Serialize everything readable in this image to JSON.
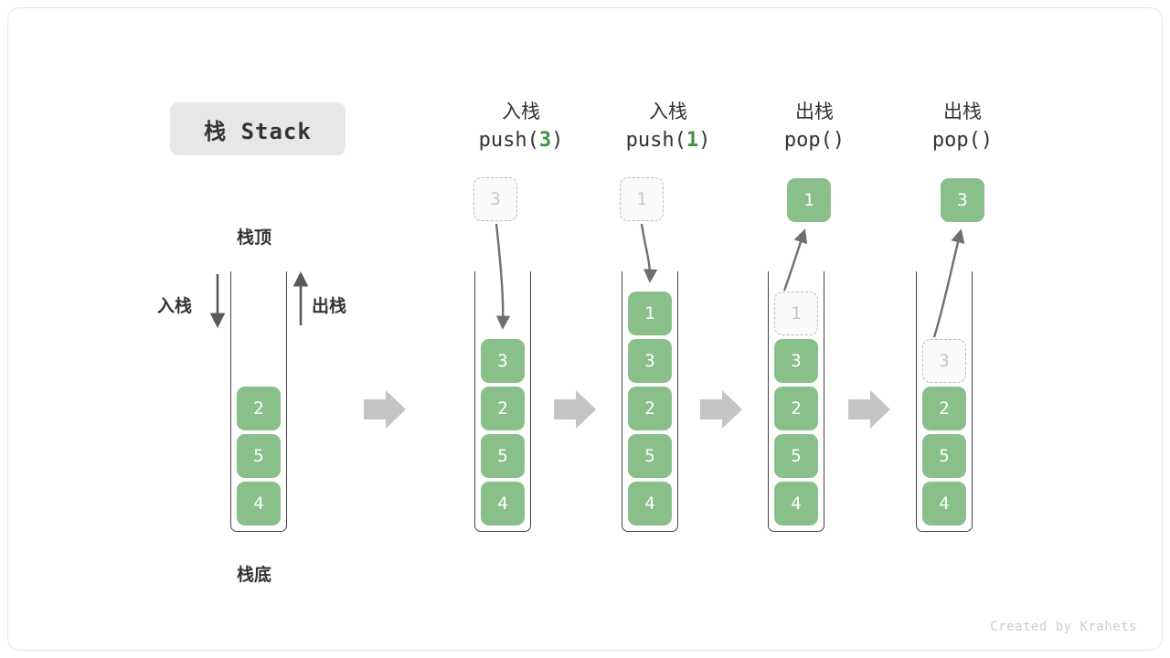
{
  "title": {
    "text": "栈 Stack"
  },
  "labels": {
    "top": "栈顶",
    "bottom": "栈底",
    "push_side": "入栈",
    "pop_side": "出栈"
  },
  "colors": {
    "cell_fill": "#89c08a",
    "ghost_border": "#bbbbbb",
    "accent_green": "#3f9142",
    "arrow_gray": "#6f6f6f",
    "transition_arrow": "#c4c4c4",
    "chip_bg": "#e7e7e7",
    "text": "#333333"
  },
  "columns": [
    {
      "id": "initial",
      "caption_cn": "",
      "caption_code": "",
      "caption_arg": "",
      "cells": [
        {
          "value": "2",
          "state": "filled"
        },
        {
          "value": "5",
          "state": "filled"
        },
        {
          "value": "4",
          "state": "filled"
        }
      ],
      "float_box": null
    },
    {
      "id": "push-3",
      "caption_cn": "入栈",
      "caption_code_pre": "push(",
      "caption_arg": "3",
      "caption_code_post": ")",
      "cells": [
        {
          "value": "3",
          "state": "filled"
        },
        {
          "value": "2",
          "state": "filled"
        },
        {
          "value": "5",
          "state": "filled"
        },
        {
          "value": "4",
          "state": "filled"
        }
      ],
      "float_box": {
        "value": "3",
        "state": "ghost"
      }
    },
    {
      "id": "push-1",
      "caption_cn": "入栈",
      "caption_code_pre": "push(",
      "caption_arg": "1",
      "caption_code_post": ")",
      "cells": [
        {
          "value": "1",
          "state": "filled"
        },
        {
          "value": "3",
          "state": "filled"
        },
        {
          "value": "2",
          "state": "filled"
        },
        {
          "value": "5",
          "state": "filled"
        },
        {
          "value": "4",
          "state": "filled"
        }
      ],
      "float_box": {
        "value": "1",
        "state": "ghost"
      }
    },
    {
      "id": "pop-1",
      "caption_cn": "出栈",
      "caption_code_pre": "pop(",
      "caption_arg": "",
      "caption_code_post": ")",
      "cells": [
        {
          "value": "1",
          "state": "ghost"
        },
        {
          "value": "3",
          "state": "filled"
        },
        {
          "value": "2",
          "state": "filled"
        },
        {
          "value": "5",
          "state": "filled"
        },
        {
          "value": "4",
          "state": "filled"
        }
      ],
      "float_box": {
        "value": "1",
        "state": "filled"
      }
    },
    {
      "id": "pop-3",
      "caption_cn": "出栈",
      "caption_code_pre": "pop(",
      "caption_arg": "",
      "caption_code_post": ")",
      "cells": [
        {
          "value": "3",
          "state": "ghost"
        },
        {
          "value": "2",
          "state": "filled"
        },
        {
          "value": "5",
          "state": "filled"
        },
        {
          "value": "4",
          "state": "filled"
        }
      ],
      "float_box": {
        "value": "3",
        "state": "filled"
      }
    }
  ],
  "footer": {
    "text": "Created by Krahets"
  }
}
